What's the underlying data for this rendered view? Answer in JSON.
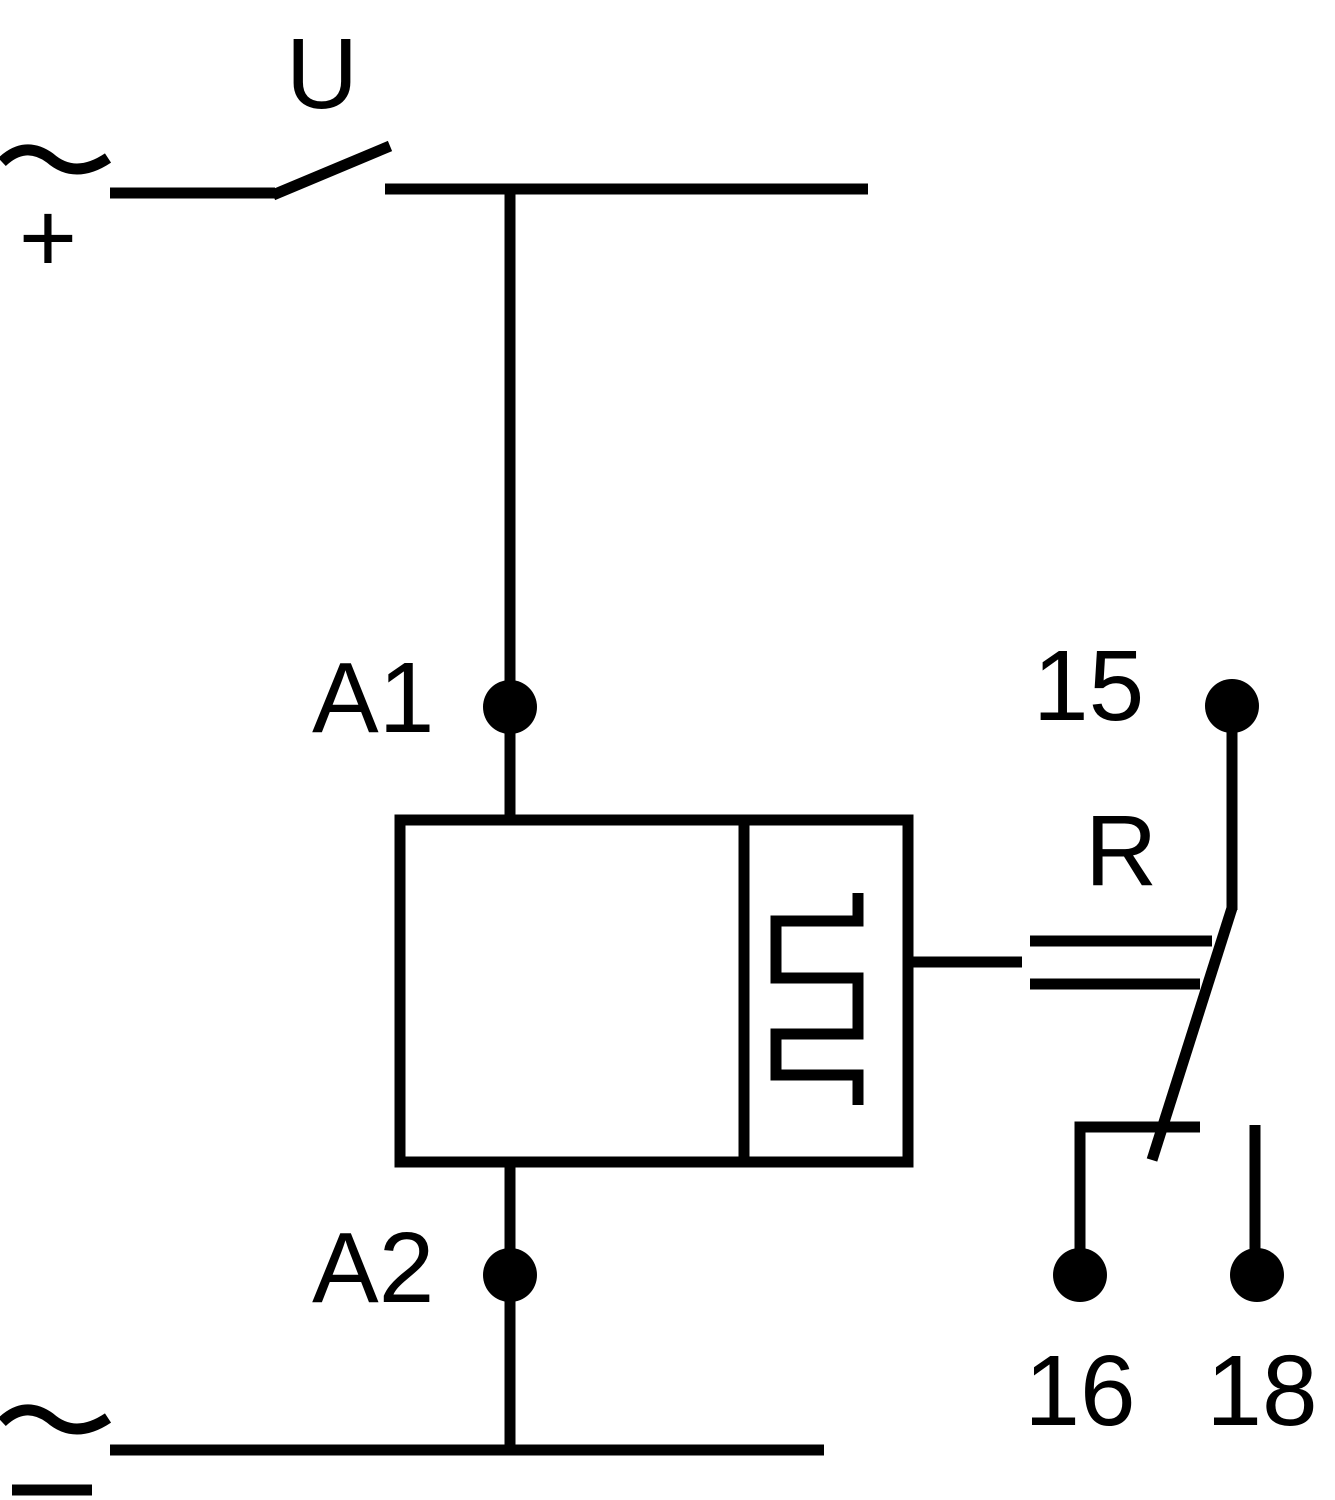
{
  "diagram": {
    "supply_label": "U",
    "top_supply_sign": "+",
    "bottom_supply_sign": "–",
    "tilde": "~",
    "terminals": {
      "a1": "A1",
      "a2": "A2",
      "t15": "15",
      "t16": "16",
      "t18": "18"
    },
    "relay_contact_label": "R"
  },
  "colors": {
    "line": "#000000",
    "background": "#ffffff"
  }
}
